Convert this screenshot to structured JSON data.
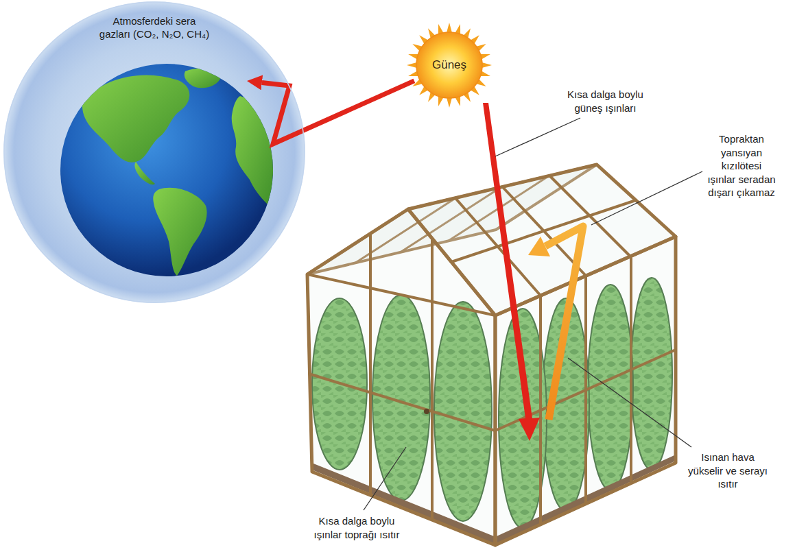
{
  "diagram": {
    "nodes": [
      {
        "text": [
          "Atmosferdeki sera gazları (CO₂, N₂O, CH₄)"
        ]
      },
      {
        "text": [
          "Güneş"
        ]
      }
    ],
    "edges": [
      {
        "from": 1,
        "to": 0,
        "arrow": "to"
      }
    ],
    "labels": [
      "Kısa dalga boylu güneş ışınları",
      "Topraktan yansıyan kızılötesi ışınlar seradan dışarı çıkamaz",
      "Isınan hava yükselir ve serayı ısıtır",
      "Kısa dalga boylu ışınlar toprağı ısıtır"
    ]
  }
}
